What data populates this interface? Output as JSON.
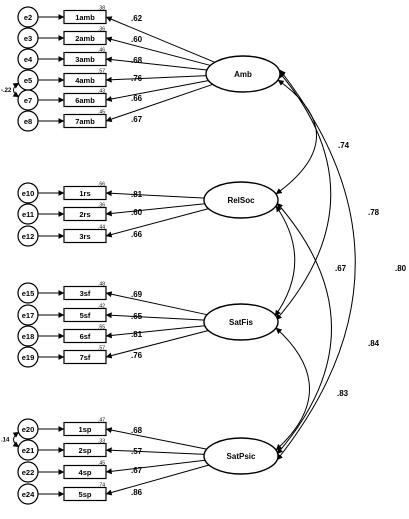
{
  "diagram": {
    "latents": [
      {
        "id": "Amb",
        "label": "Amb"
      },
      {
        "id": "RelSoc",
        "label": "RelSoc"
      },
      {
        "id": "SatFis",
        "label": "SatFis"
      },
      {
        "id": "SatPsic",
        "label": "SatPsic"
      }
    ],
    "indicators": [
      {
        "label": "1amb",
        "error": "e2",
        "latent": "Amb",
        "loading": ".62",
        "r2": ".38"
      },
      {
        "label": "2amb",
        "error": "e3",
        "latent": "Amb",
        "loading": ".60",
        "r2": ".36"
      },
      {
        "label": "3amb",
        "error": "e4",
        "latent": "Amb",
        "loading": ".68",
        "r2": ".46"
      },
      {
        "label": "4amb",
        "error": "e5",
        "latent": "Amb",
        "loading": ".76",
        "r2": ".57"
      },
      {
        "label": "6amb",
        "error": "e7",
        "latent": "Amb",
        "loading": ".66",
        "r2": ".43"
      },
      {
        "label": "7amb",
        "error": "e8",
        "latent": "Amb",
        "loading": ".67",
        "r2": ".45"
      },
      {
        "label": "1rs",
        "error": "e10",
        "latent": "RelSoc",
        "loading": ".81",
        "r2": ".66"
      },
      {
        "label": "2rs",
        "error": "e11",
        "latent": "RelSoc",
        "loading": ".60",
        "r2": ".36"
      },
      {
        "label": "3rs",
        "error": "e12",
        "latent": "RelSoc",
        "loading": ".66",
        "r2": ".44"
      },
      {
        "label": "3sf",
        "error": "e15",
        "latent": "SatFis",
        "loading": ".69",
        "r2": ".48"
      },
      {
        "label": "5sf",
        "error": "e17",
        "latent": "SatFis",
        "loading": ".65",
        "r2": ".42"
      },
      {
        "label": "6sf",
        "error": "e18",
        "latent": "SatFis",
        "loading": ".81",
        "r2": ".65"
      },
      {
        "label": "7sf",
        "error": "e19",
        "latent": "SatFis",
        "loading": ".76",
        "r2": ".57"
      },
      {
        "label": "1sp",
        "error": "e20",
        "latent": "SatPsic",
        "loading": ".68",
        "r2": ".47"
      },
      {
        "label": "2sp",
        "error": "e21",
        "latent": "SatPsic",
        "loading": ".57",
        "r2": ".33"
      },
      {
        "label": "4sp",
        "error": "e22",
        "latent": "SatPsic",
        "loading": ".67",
        "r2": ".45"
      },
      {
        "label": "5sp",
        "error": "e24",
        "latent": "SatPsic",
        "loading": ".86",
        "r2": ".74"
      }
    ],
    "error_covariances": [
      {
        "from": "e5",
        "to": "e7",
        "value": "-.22"
      },
      {
        "from": "e20",
        "to": "e21",
        "value": ".14"
      }
    ],
    "latent_correlations": [
      {
        "from": "Amb",
        "to": "RelSoc",
        "value": ".74"
      },
      {
        "from": "Amb",
        "to": "SatFis",
        "value": ".78"
      },
      {
        "from": "Amb",
        "to": "SatPsic",
        "value": ".80"
      },
      {
        "from": "RelSoc",
        "to": "SatFis",
        "value": ".67"
      },
      {
        "from": "RelSoc",
        "to": "SatPsic",
        "value": ".84"
      },
      {
        "from": "SatFis",
        "to": "SatPsic",
        "value": ".83"
      }
    ]
  }
}
